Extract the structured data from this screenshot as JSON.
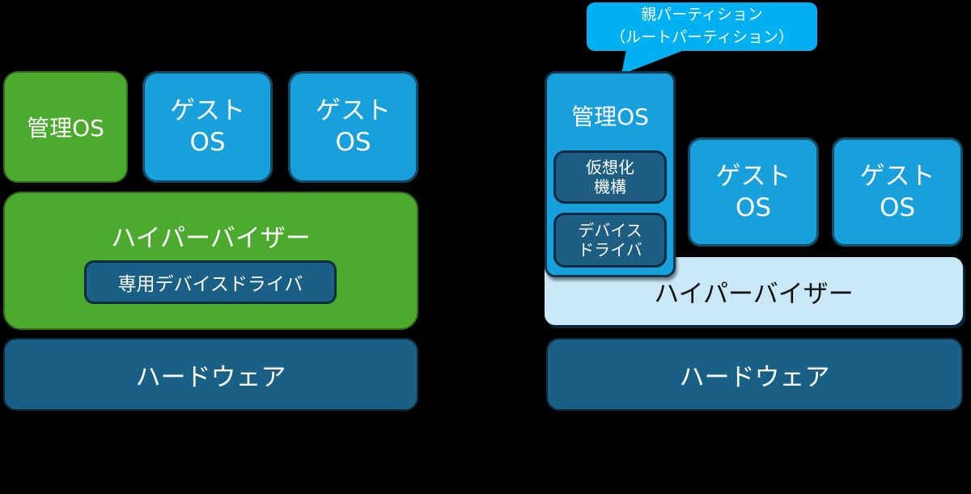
{
  "left_diagram": {
    "management_os": {
      "label": "管理OS"
    },
    "guest_os_1": {
      "line1": "ゲスト",
      "line2": "OS"
    },
    "guest_os_2": {
      "line1": "ゲスト",
      "line2": "OS"
    },
    "hypervisor": {
      "label": "ハイパーバイザー",
      "dedicated_device_driver": {
        "label": "専用デバイスドライバ"
      }
    },
    "hardware": {
      "label": "ハードウェア"
    }
  },
  "right_diagram": {
    "callout": {
      "line1": "親パーティション",
      "line2": "（ルートパーティション）"
    },
    "management_os": {
      "label": "管理OS",
      "virtualization_mechanism": {
        "line1": "仮想化",
        "line2": "機構"
      },
      "device_driver": {
        "line1": "デバイス",
        "line2": "ドライバ"
      }
    },
    "guest_os_1": {
      "line1": "ゲスト",
      "line2": "OS"
    },
    "guest_os_2": {
      "line1": "ゲスト",
      "line2": "OS"
    },
    "hypervisor": {
      "label": "ハイパーバイザー"
    },
    "hardware": {
      "label": "ハードウェア"
    }
  },
  "colors": {
    "background": "#000000",
    "green_fill": "#4caa2f",
    "green_border": "#33701c",
    "blue_fill": "#17a0dc",
    "blue_border": "#144d68",
    "dark_blue_fill": "#1a6086",
    "dark_blue_border": "#0f2b3e",
    "inner_dark_fill": "#1d5e82",
    "inner_dark_border": "#0d2c41",
    "light_blue_fill": "#c9e8f8",
    "callout_fill": "#00b0f0",
    "text_light": "#ffffff",
    "text_dark": "#111111"
  }
}
